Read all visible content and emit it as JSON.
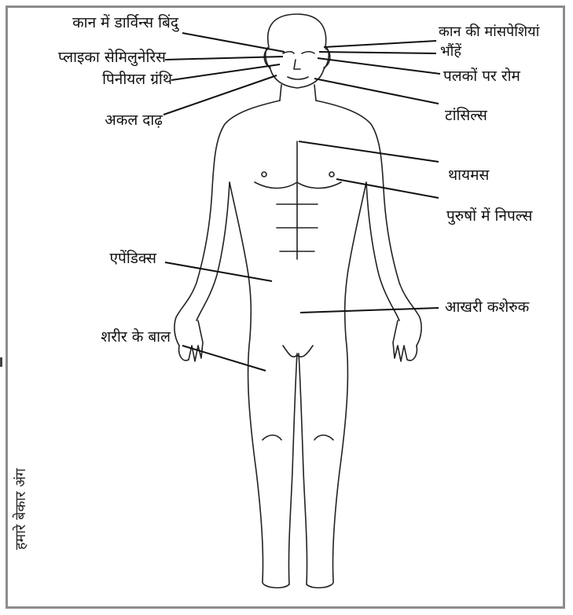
{
  "labels": {
    "left": {
      "darwin_point": "कान में डार्विन्स बिंदु",
      "plica_semilunaris": "प्लाइका सेमिलुनेरिस",
      "pineal_gland": "पिनीयल ग्रंथि",
      "wisdom_teeth": "अकल दाढ़",
      "appendix": "एपेंडिक्स",
      "body_hair": "शरीर के बाल"
    },
    "right": {
      "ear_muscles": "कान की मांसपेशियां",
      "eyebrows": "भौंहें",
      "eyelash_hair": "पलकों पर रोम",
      "tonsils": "टांसिल्स",
      "thymus": "थायमस",
      "male_nipples": "पुरुषों में निपल्स",
      "coccyx": "आखरी कशेरुक"
    }
  },
  "caption": "हमारे बेकार अंग",
  "colors": {
    "frame": "#8c8c8c",
    "line": "#111111"
  }
}
